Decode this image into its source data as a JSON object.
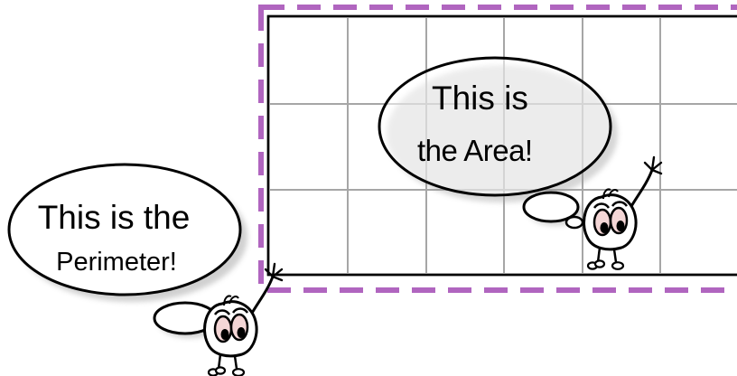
{
  "area_bubble": {
    "line1": "This is",
    "line2": "the Area!"
  },
  "perimeter_bubble": {
    "line1": "This is the",
    "line2": "Perimeter!"
  },
  "grid": {
    "columns": 6,
    "rows": 3
  },
  "colors": {
    "perimeter_dash": "#b065bf",
    "grid_line": "#a6a6a6",
    "outline": "#000000",
    "shadow": "#8c8c8c",
    "eye_fill": "#f4d6d6",
    "pupil": "#000000"
  },
  "icons": {
    "area_character": "cartoon-character-icon",
    "perimeter_character": "cartoon-character-icon"
  }
}
